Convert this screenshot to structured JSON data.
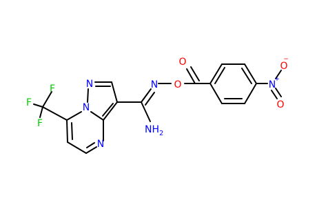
{
  "colors": {
    "background": "#ffffff",
    "bond": "#000000",
    "nitrogen": "#0000ff",
    "oxygen": "#ff0000",
    "fluorine": "#00cc00",
    "carbon_label": "#000000"
  },
  "atoms": {
    "f_top": "F",
    "f_left": "F",
    "f_bottom": "F",
    "n_bridge": "N",
    "n_pyrazole": "N",
    "n_pyrimidine": "N",
    "nh2": "NH",
    "nh2_subscript": "2",
    "n_oxime": "N",
    "o_oxime": "O",
    "o_carbonyl": "O",
    "n_nitro": "N",
    "n_nitro_charge": "+",
    "o_nitro_top": "O",
    "o_nitro_top_charge": "−",
    "o_nitro_bottom": "O"
  }
}
